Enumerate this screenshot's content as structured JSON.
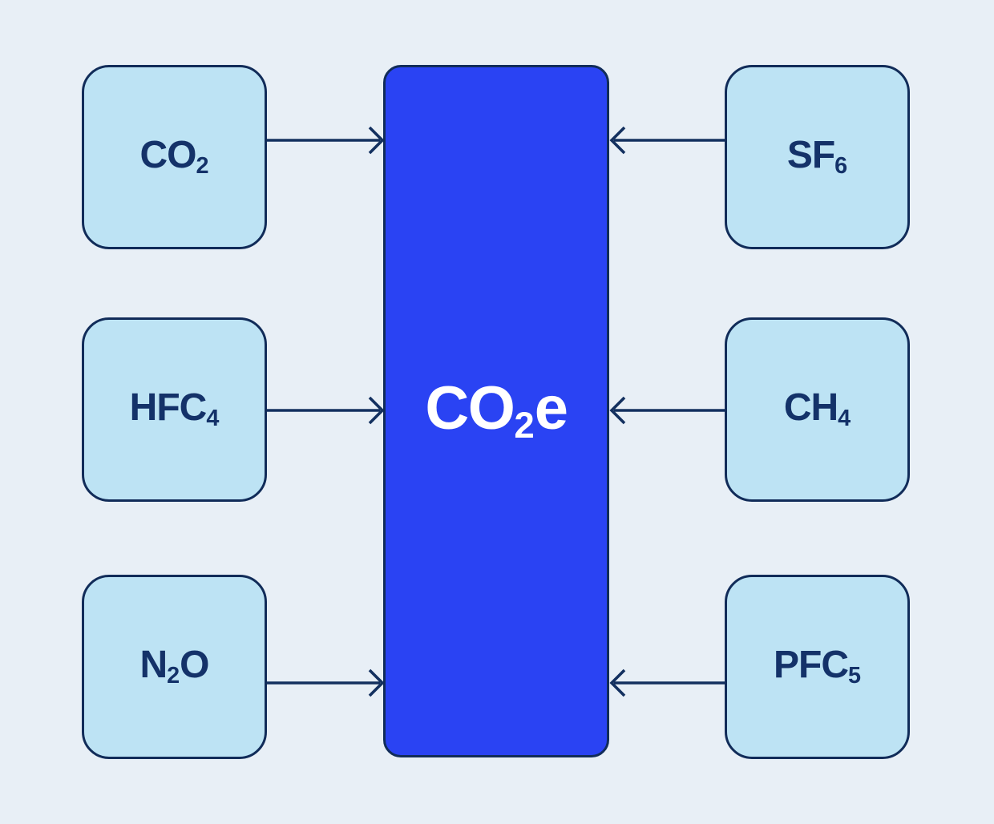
{
  "boxes": {
    "co2": {
      "main": "CO",
      "sub": "2",
      "tail": ""
    },
    "hfc4": {
      "main": "HFC",
      "sub": "4",
      "tail": ""
    },
    "n2o": {
      "main": "N",
      "sub": "2",
      "tail": "O"
    },
    "sf6": {
      "main": "SF",
      "sub": "6",
      "tail": ""
    },
    "ch4": {
      "main": "CH",
      "sub": "4",
      "tail": ""
    },
    "pfc5": {
      "main": "PFC",
      "sub": "5",
      "tail": ""
    },
    "co2e": {
      "main": "CO",
      "sub": "2",
      "tail": "e"
    }
  },
  "colors": {
    "background": "#E8EFF6",
    "box_fill": "#BDE3F4",
    "box_border": "#112C59",
    "arrow": "#13305F",
    "center_fill": "#2A43F3",
    "center_text": "#FFFFFF",
    "label_text": "#143269"
  }
}
